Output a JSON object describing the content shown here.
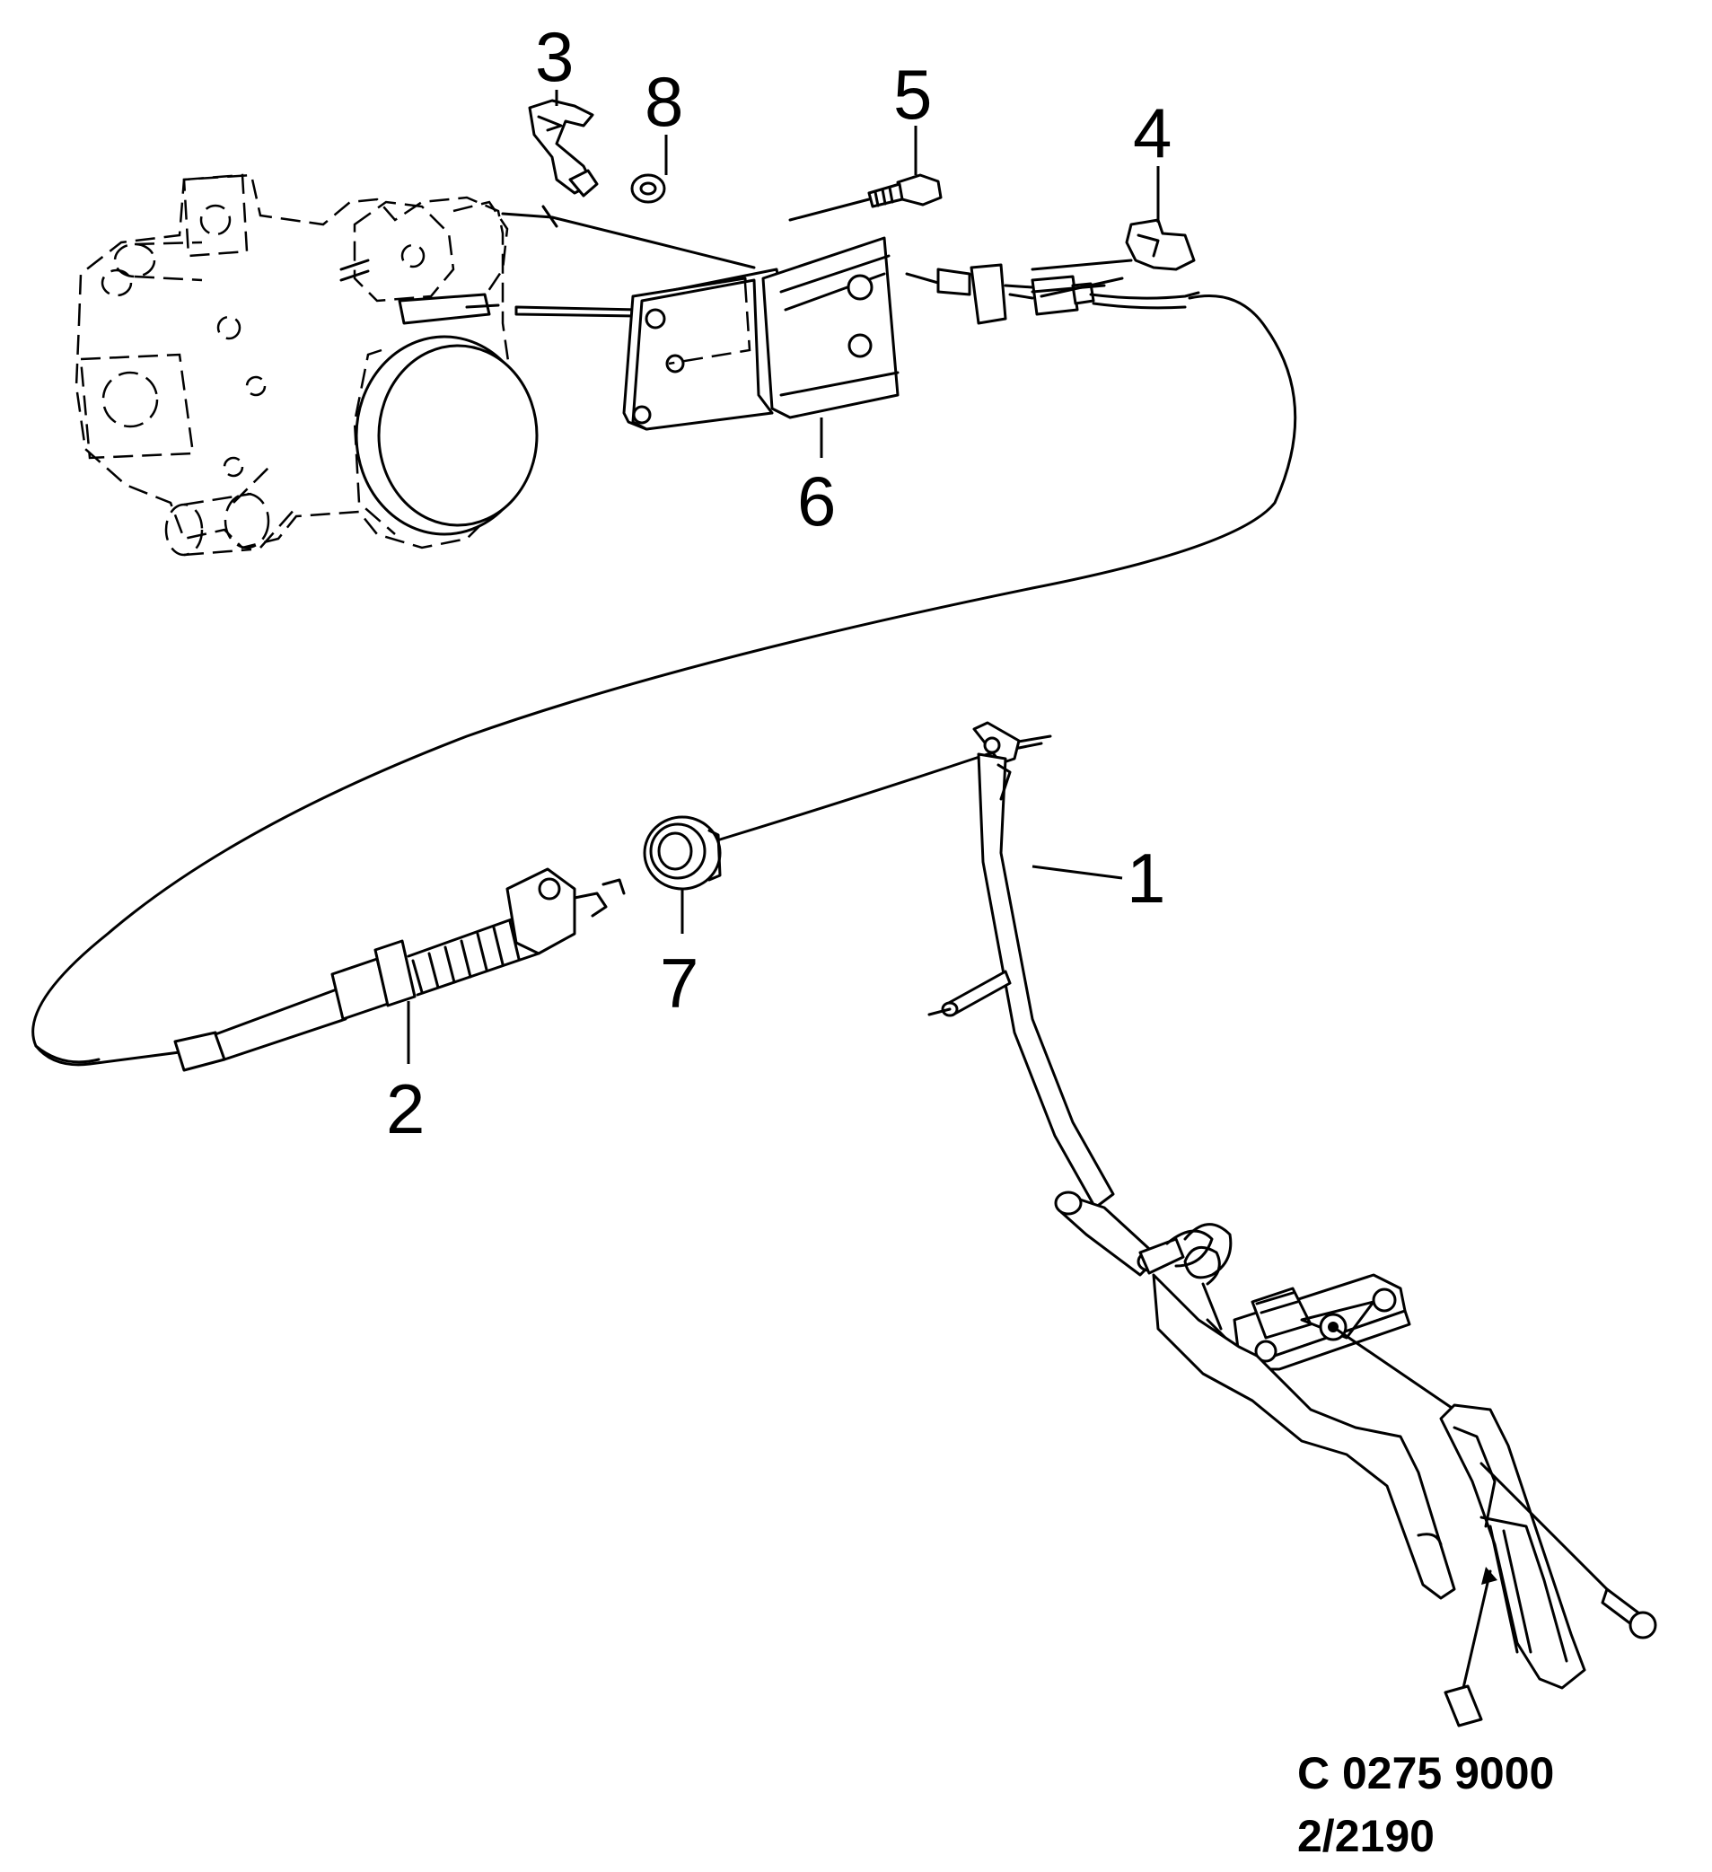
{
  "callouts": {
    "c1": "1",
    "c2": "2",
    "c3": "3",
    "c4": "4",
    "c5": "5",
    "c6": "6",
    "c7": "7",
    "c8": "8"
  },
  "reference": {
    "code": "C 0275 9000",
    "sheet": "2/2190"
  }
}
